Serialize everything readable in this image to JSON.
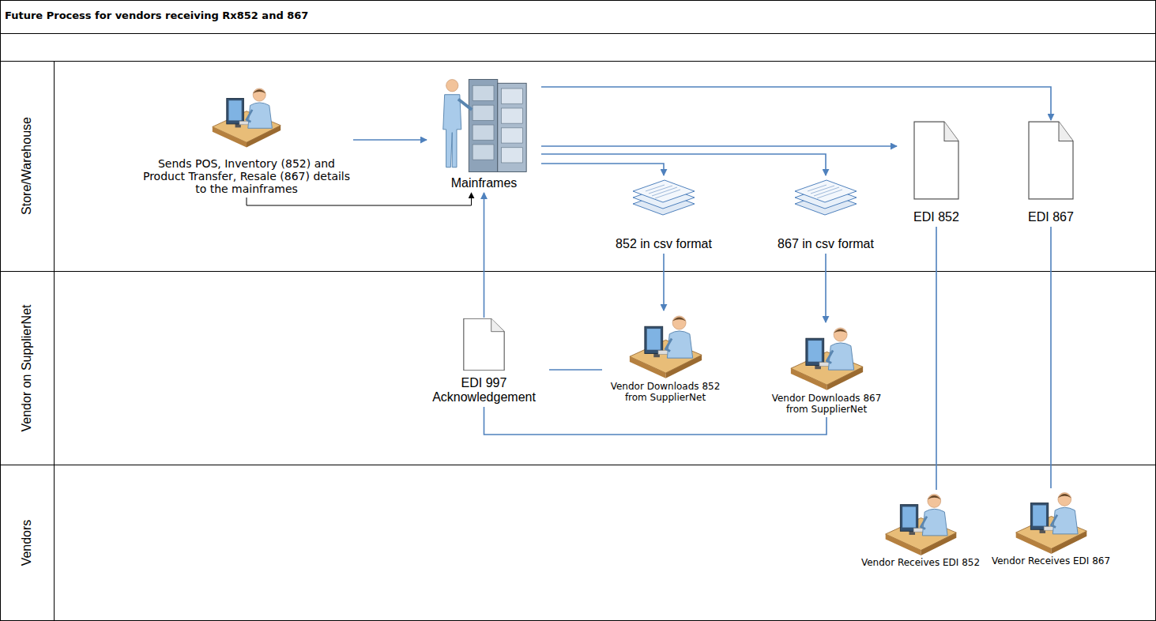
{
  "diagram": {
    "title": "Future Process for vendors receiving Rx852 and 867",
    "nodes": [
      {
        "text": [
          "Store/Warehouse"
        ]
      },
      {
        "text": [
          "Sends POS, Inventory (852) and Product Transfer, Resale (867) details to the mainframes"
        ],
        "in": 0
      },
      {
        "text": [
          "Mainframes"
        ],
        "in": 0
      },
      {
        "text": [
          "852 in csv format"
        ],
        "in": 0
      },
      {
        "text": [
          "867 in csv format"
        ],
        "in": 0
      },
      {
        "text": [
          "EDI 852"
        ],
        "in": 0
      },
      {
        "text": [
          "EDI 867"
        ],
        "in": 0
      },
      {
        "text": [
          "Vendor on SupplierNet"
        ]
      },
      {
        "text": [
          "EDI 997 Acknowledgement"
        ],
        "in": 7
      },
      {
        "text": [
          "Vendor Downloads 852 from SupplierNet"
        ],
        "in": 7
      },
      {
        "text": [
          "Vendor Downloads 867 from SupplierNet"
        ],
        "in": 7
      },
      {
        "text": [
          "Vendors"
        ]
      },
      {
        "text": [
          "Vendor Receives EDI 852"
        ],
        "in": 11
      },
      {
        "text": [
          "Vendor Receives EDI 867"
        ],
        "in": 11
      }
    ],
    "edges": [
      {
        "from": 1,
        "to": 2,
        "arrow": "to"
      },
      {
        "from": 1,
        "to": 2,
        "arrow": "to"
      },
      {
        "from": 2,
        "to": 6,
        "arrow": "to"
      },
      {
        "from": 2,
        "to": 5,
        "arrow": "to"
      },
      {
        "from": 2,
        "to": 3,
        "arrow": "to"
      },
      {
        "from": 2,
        "to": 4,
        "arrow": "to"
      },
      {
        "from": 3,
        "to": 9,
        "arrow": "to"
      },
      {
        "from": 4,
        "to": 10,
        "arrow": "to"
      },
      {
        "from": 5,
        "to": 12,
        "arrow": "none"
      },
      {
        "from": 6,
        "to": 13,
        "arrow": "none"
      },
      {
        "from": 9,
        "to": 8,
        "arrow": "none"
      },
      {
        "from": 10,
        "to": 8,
        "arrow": "none"
      },
      {
        "from": 8,
        "to": 2,
        "arrow": "to"
      }
    ]
  }
}
